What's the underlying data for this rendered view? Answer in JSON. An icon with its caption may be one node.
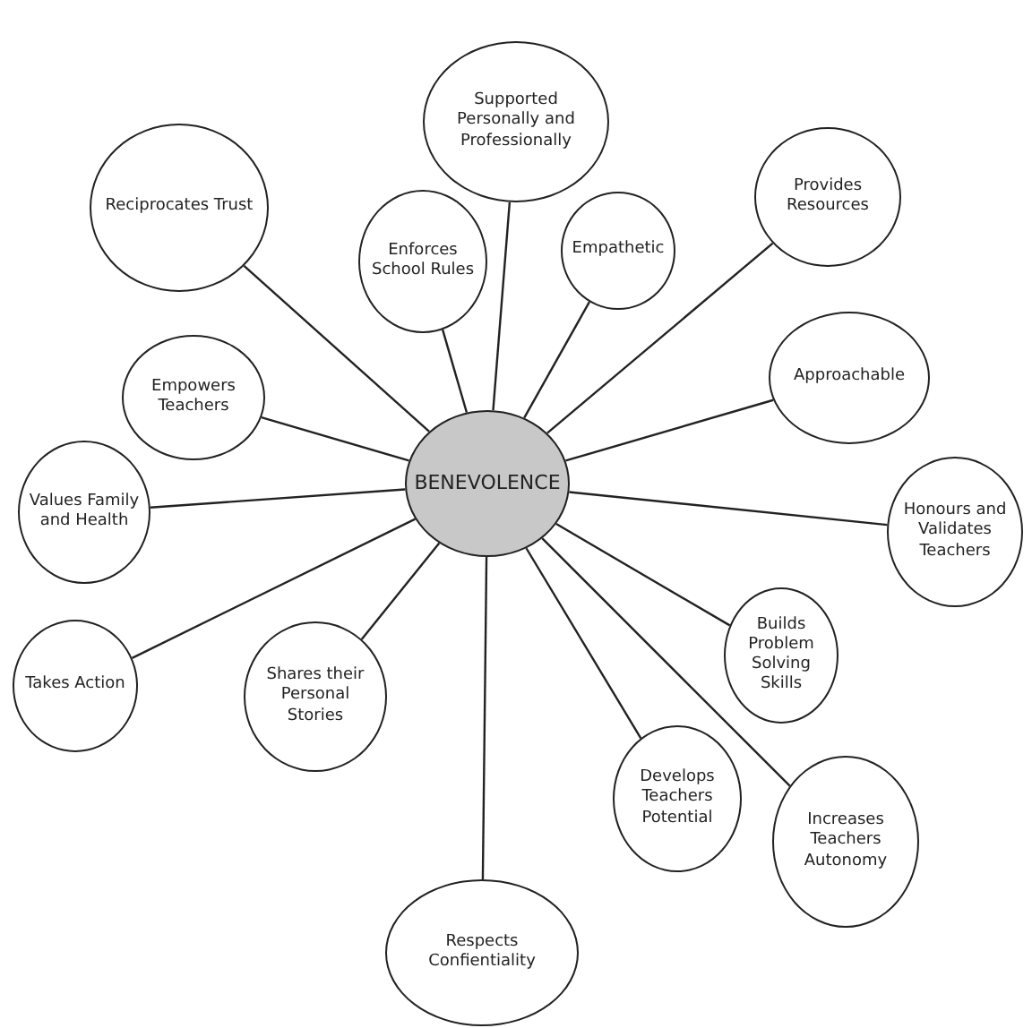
{
  "diagram": {
    "nodes": [
      {
        "text": [
          "BENEVOLENCE"
        ]
      },
      {
        "text": [
          "Supported Personally and Professionally"
        ]
      },
      {
        "text": [
          "Empathetic"
        ]
      },
      {
        "text": [
          "Provides Resources"
        ]
      },
      {
        "text": [
          "Approachable"
        ]
      },
      {
        "text": [
          "Honours and Validates Teachers"
        ]
      },
      {
        "text": [
          "Builds Problem Solving Skills"
        ]
      },
      {
        "text": [
          "Increases Teachers Autonomy"
        ]
      },
      {
        "text": [
          "Develops Teachers Potential"
        ]
      },
      {
        "text": [
          "Respects Confientiality"
        ]
      },
      {
        "text": [
          "Shares their Personal Stories"
        ]
      },
      {
        "text": [
          "Takes Action"
        ]
      },
      {
        "text": [
          "Values Family and Health"
        ]
      },
      {
        "text": [
          "Empowers Teachers"
        ]
      },
      {
        "text": [
          "Reciprocates Trust"
        ]
      },
      {
        "text": [
          "Enforces School Rules"
        ]
      }
    ],
    "edges": [
      {
        "from": 0,
        "to": 1,
        "arrow": "none"
      },
      {
        "from": 0,
        "to": 2,
        "arrow": "none"
      },
      {
        "from": 0,
        "to": 3,
        "arrow": "none"
      },
      {
        "from": 0,
        "to": 4,
        "arrow": "none"
      },
      {
        "from": 0,
        "to": 5,
        "arrow": "none"
      },
      {
        "from": 0,
        "to": 6,
        "arrow": "none"
      },
      {
        "from": 0,
        "to": 7,
        "arrow": "none"
      },
      {
        "from": 0,
        "to": 8,
        "arrow": "none"
      },
      {
        "from": 0,
        "to": 9,
        "arrow": "none"
      },
      {
        "from": 0,
        "to": 10,
        "arrow": "none"
      },
      {
        "from": 0,
        "to": 11,
        "arrow": "none"
      },
      {
        "from": 0,
        "to": 12,
        "arrow": "none"
      },
      {
        "from": 0,
        "to": 13,
        "arrow": "none"
      },
      {
        "from": 0,
        "to": 14,
        "arrow": "none"
      },
      {
        "from": 0,
        "to": 15,
        "arrow": "none"
      }
    ]
  }
}
